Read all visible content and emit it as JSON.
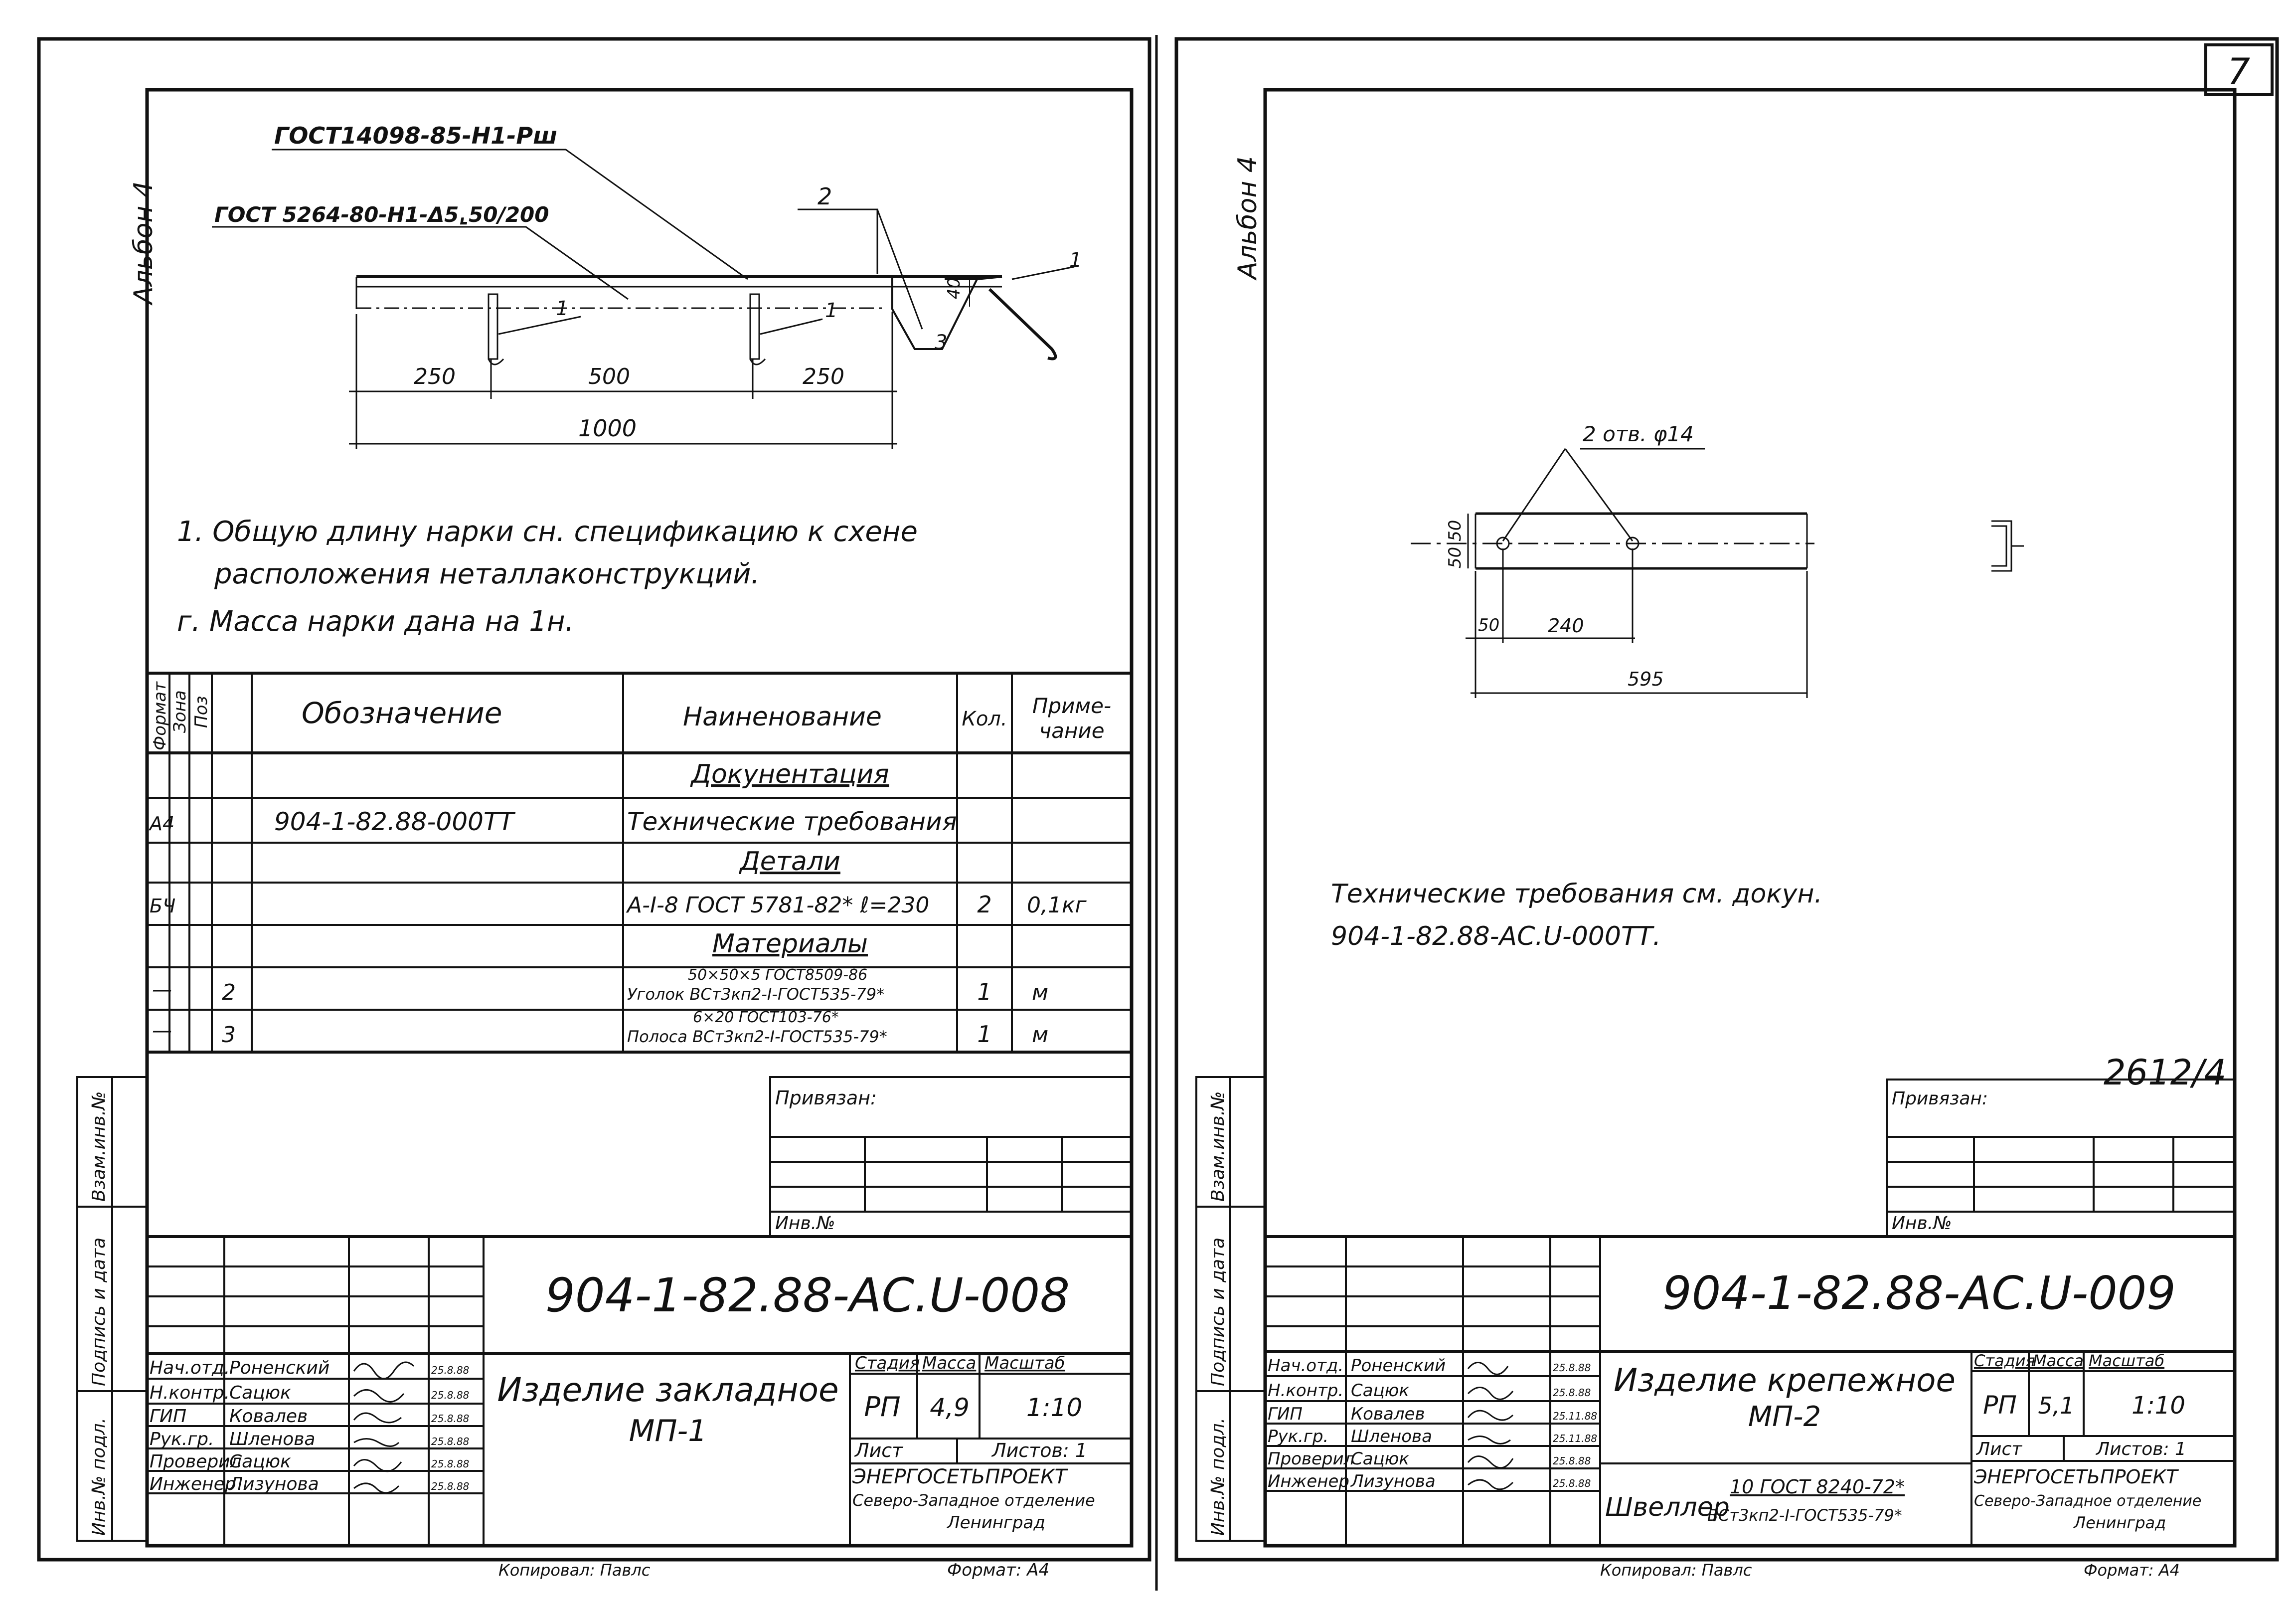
{
  "page_number": "7",
  "left": {
    "album": "Альбон 4",
    "leader_labels": {
      "gost_rsh": "ГОСТ14098-85-Н1-Рш",
      "gost_ds": "ГОСТ 5264-80-Н1-Δ5⌞50/200",
      "pos2": "2",
      "pos1a": "1",
      "pos1b": "1",
      "pos1c": "1",
      "pos3": "3",
      "dim40": "40"
    },
    "dims": {
      "d250a": "250",
      "d500": "500",
      "d250b": "250",
      "d1000": "1000"
    },
    "notes": [
      "1. Общую длину нарки сн. спецификацию к схене",
      "расположения неталлаконструкций.",
      "г. Масса нарки дана на 1н."
    ],
    "spec": {
      "headers": {
        "format": "Формат",
        "zone": "Зона",
        "pos": "Поз",
        "designation": "Обозначение",
        "name": "Наиненование",
        "qty": "Кол.",
        "note_line1": "Приме-",
        "note_line2": "чание"
      },
      "rows": [
        {
          "format": "",
          "pos": "",
          "designation": "",
          "name": "Докунентация",
          "qty": "",
          "note": "",
          "section": true
        },
        {
          "format": "А4",
          "pos": "",
          "designation": "904-1-82.88-000ТТ",
          "name": "Технические требования",
          "qty": "",
          "note": "",
          "section": false
        },
        {
          "format": "",
          "pos": "",
          "designation": "",
          "name": "Детали",
          "qty": "",
          "note": "",
          "section": true
        },
        {
          "format": "БЧ",
          "pos": "",
          "designation": "",
          "name": "А-I-8 ГОСТ 5781-82* ℓ=230",
          "qty": "2",
          "note": "0,1кг",
          "section": false
        },
        {
          "format": "",
          "pos": "",
          "designation": "",
          "name": "Материалы",
          "qty": "",
          "note": "",
          "section": true
        },
        {
          "format": "—",
          "pos": "2",
          "designation": "",
          "name_top": "50×50×5 ГОСТ8509-86",
          "name": "Уголок ВСт3кп2-I-ГОСТ535-79*",
          "qty": "1",
          "note": "м",
          "section": false
        },
        {
          "format": "—",
          "pos": "3",
          "designation": "",
          "name_top": "6×20 ГОСТ103-76*",
          "name": "Полоса ВСт3кп2-I-ГОСТ535-79*",
          "qty": "1",
          "note": "м",
          "section": false
        }
      ]
    },
    "side_labels": [
      "Взам.инв.№",
      "Подпись и дата",
      "Инв.№ подл."
    ],
    "privyazan": "Привязан:",
    "inv_no": "Инв.№",
    "stamp": {
      "code": "904-1-82.88-АС.U-008",
      "title_line1": "Изделие закладное",
      "title_line2": "МП-1",
      "stage_label": "Стадия",
      "mass_label": "Масса",
      "scale_label": "Масштаб",
      "stage": "РП",
      "mass": "4,9",
      "scale": "1:10",
      "sheet_label": "Лист",
      "sheets_label": "Листов: 1",
      "org_line1": "ЭНЕРГОСЕТЬПРОЕКТ",
      "org_line2": "Северо-Западное отделение",
      "org_line3": "Ленинград",
      "roles": [
        {
          "role": "Нач.отд.",
          "name": "Роненский",
          "date": "25.8.88"
        },
        {
          "role": "Н.контр.",
          "name": "Сацюк",
          "date": "25.8.88"
        },
        {
          "role": "ГИП",
          "name": "Ковалев",
          "date": "25.8.88"
        },
        {
          "role": "Рук.гр.",
          "name": "Шленова",
          "date": "25.8.88"
        },
        {
          "role": "Проверил",
          "name": "Сацюк",
          "date": "25.8.88"
        },
        {
          "role": "Инженер",
          "name": "Лизунова",
          "date": "25.8.88"
        }
      ],
      "copied": "Копировал: Павлс",
      "format": "Формат: А4"
    }
  },
  "right": {
    "album": "Альбон 4",
    "holes": "2 отв. φ14",
    "dims": {
      "d50_50": "50 50",
      "d50": "50",
      "d240": "240",
      "d595": "595"
    },
    "notes": [
      "Технические требования см. докун.",
      "904-1-82.88-АС.U-000ТТ."
    ],
    "stamp_ref": "2612/4",
    "privyazan": "Привязан:",
    "inv_no": "Инв.№",
    "side_labels": [
      "Взам.инв.№",
      "Подпись и дата",
      "Инв.№ подл."
    ],
    "stamp": {
      "code": "904-1-82.88-АС.U-009",
      "title_line1": "Изделие крепежное",
      "title_line2": "МП-2",
      "stage_label": "Стадия",
      "mass_label": "Масса",
      "scale_label": "Масштаб",
      "stage": "РП",
      "mass": "5,1",
      "scale": "1:10",
      "sheet_label": "Лист",
      "sheets_label": "Листов: 1",
      "material_label": "Швеллер",
      "material_top": "10 ГОСТ 8240-72*",
      "material_bottom": "ВСт3кп2-I-ГОСТ535-79*",
      "org_line1": "ЭНЕРГОСЕТЬПРОЕКТ",
      "org_line2": "Северо-Западное отделение",
      "org_line3": "Ленинград",
      "roles": [
        {
          "role": "Нач.отд.",
          "name": "Роненский",
          "date": "25.8.88"
        },
        {
          "role": "Н.контр.",
          "name": "Сацюк",
          "date": "25.8.88"
        },
        {
          "role": "ГИП",
          "name": "Ковалев",
          "date": "25.11.88"
        },
        {
          "role": "Рук.гр.",
          "name": "Шленова",
          "date": "25.11.88"
        },
        {
          "role": "Проверил",
          "name": "Сацюк",
          "date": "25.8.88"
        },
        {
          "role": "Инженер",
          "name": "Лизунова",
          "date": "25.8.88"
        }
      ],
      "copied": "Копировал: Павлс",
      "format": "Формат: А4"
    }
  }
}
